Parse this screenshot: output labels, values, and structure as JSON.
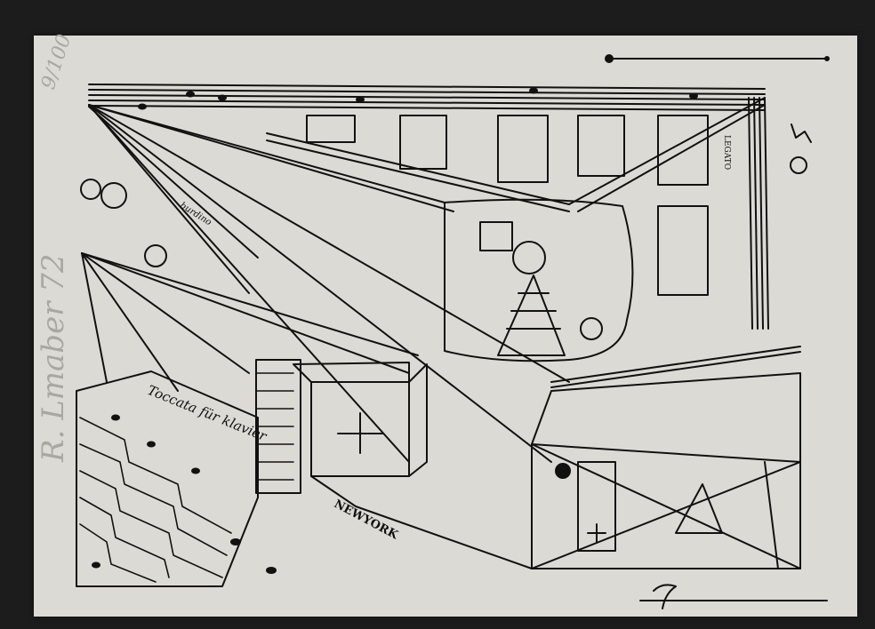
{
  "artwork": {
    "edition": "9/100",
    "signature": "R. Lmaber 72",
    "title_inscription": "Toccata für klavier",
    "city_label": "NEWYORK",
    "legato_label": "LEGATO",
    "small_label": "burdino",
    "colors": {
      "background": "#1c1c1c",
      "paper": "#dcdad4",
      "ink": "#111111",
      "pencil": "#a9a7a2"
    }
  }
}
